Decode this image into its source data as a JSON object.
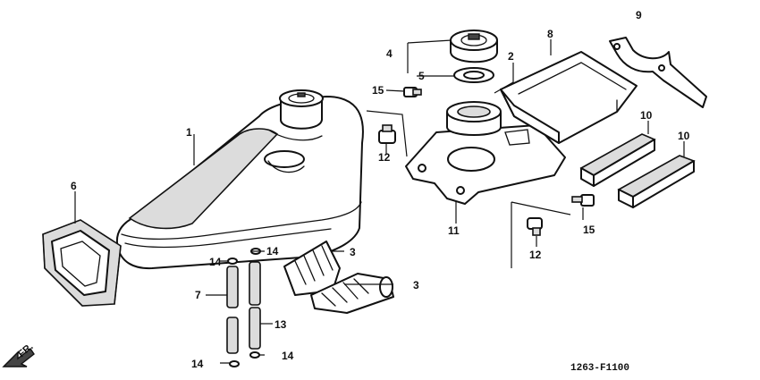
{
  "diagram": {
    "callouts": {
      "c1": "1",
      "c2": "2",
      "c3a": "3",
      "c3b": "3",
      "c4": "4",
      "c5": "5",
      "c6": "6",
      "c7": "7",
      "c8": "8",
      "c9": "9",
      "c10a": "10",
      "c10b": "10",
      "c11": "11",
      "c12a": "12",
      "c12b": "12",
      "c13": "13",
      "c14a": "14",
      "c14b": "14",
      "c14c": "14",
      "c14d": "14",
      "c15a": "15",
      "c15b": "15"
    },
    "direction_label": "FR.",
    "drawing_code": "1263-F1100"
  }
}
